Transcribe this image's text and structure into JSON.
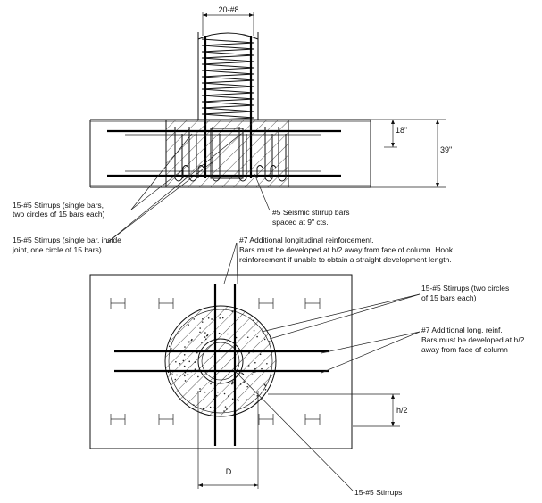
{
  "top_view": {
    "dimensions": {
      "column_bars": "20-#8",
      "slab_depth": "18\"",
      "total_depth": "39\""
    },
    "labels": {
      "stirrups_two_circles": [
        "15-#5 Stirrups (single bars,",
        "two circles of 15 bars each)"
      ],
      "stirrups_inside_joint": [
        "15-#5 Stirrups (single bar, inside",
        "joint, one circle of 15 bars)"
      ],
      "seismic_stirrups": [
        "#5 Seismic stirrup bars",
        "spaced at 9\" cts."
      ]
    }
  },
  "plan_view": {
    "labels": {
      "additional_long_reinf": [
        "#7 Additional longitudinal reinforcement.",
        "Bars must be developed at h/2 away from face of column.  Hook",
        "reinforcement if unable to obtain a straight development length."
      ],
      "stirrups_two_circles": [
        "15-#5 Stirrups (two circles",
        "of 15 bars each)"
      ],
      "additional_long_reinf_short": [
        "#7 Additional long. reinf.",
        "Bars must be developed at h/2",
        "away from face of column"
      ],
      "half_depth": "h/2",
      "diameter": "D",
      "stirrups": "15-#5 Stirrups"
    }
  }
}
